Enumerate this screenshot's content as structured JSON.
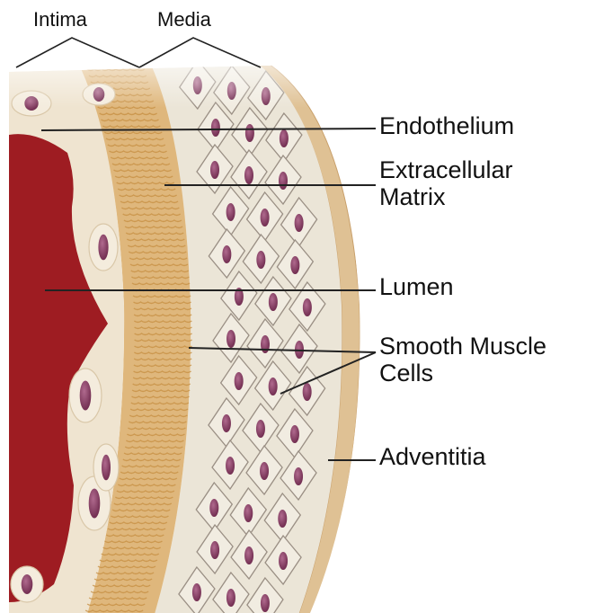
{
  "labels": {
    "intima": "Intima",
    "media": "Media",
    "endothelium": "Endothelium",
    "extracellular_matrix": [
      "Extracellular",
      "Matrix"
    ],
    "lumen": "Lumen",
    "smooth_muscle_cells": [
      "Smooth Muscle",
      "Cells"
    ],
    "adventitia": "Adventitia"
  },
  "colors": {
    "lumen": "#9e1c22",
    "endothelium": "#efe4d0",
    "matrix": "#dfb77c",
    "matrix_fibers": "#c79043",
    "media": "#ebe5d7",
    "cell_outline": "#9a8f84",
    "nucleus": "#7b3558",
    "adventitia": "#dfc194",
    "adventitia_edge": "#c9a06b",
    "leader_line": "#222222"
  }
}
